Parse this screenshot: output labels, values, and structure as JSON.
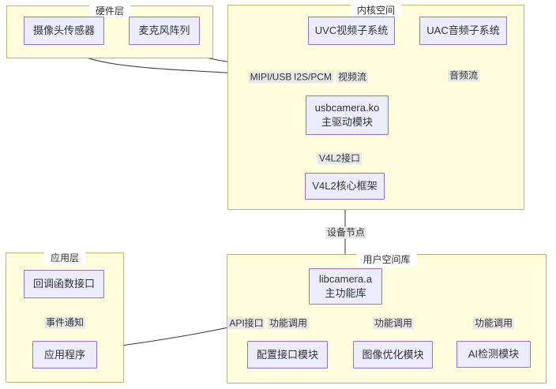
{
  "diagram": {
    "clusters": {
      "hardware": {
        "title": "硬件层"
      },
      "kernel": {
        "title": "内核空间"
      },
      "app_layer": {
        "title": "应用层"
      },
      "userlib": {
        "title": "用户空间库"
      }
    },
    "nodes": {
      "camera_sensor": {
        "label": "摄像头传感器"
      },
      "mic_array": {
        "label": "麦克风阵列"
      },
      "uvc_video": {
        "label": "UVC视频子系统"
      },
      "uac_audio": {
        "label": "UAC音频子系统"
      },
      "driver": {
        "line1": "usbcamera.ko",
        "line2": "主驱动模块"
      },
      "v4l2_core": {
        "label": "V4L2核心框架"
      },
      "libcamera": {
        "line1": "libcamera.a",
        "line2": "主功能库"
      },
      "config_module": {
        "label": "配置接口模块"
      },
      "image_module": {
        "label": "图像优化模块"
      },
      "ai_module": {
        "label": "AI检测模块"
      },
      "callback_iface": {
        "label": "回调函数接口"
      },
      "app_program": {
        "label": "应用程序"
      }
    },
    "edge_labels": {
      "mipi_usb": "MIPI/USB",
      "i2s_pcm": "I2S/PCM",
      "video_stream": "视频流",
      "audio_stream": "音频流",
      "v4l2_iface": "V4L2接口",
      "device_node": "设备节点",
      "api_iface": "API接口",
      "func_call_1": "功能调用",
      "func_call_2": "功能调用",
      "func_call_3": "功能调用",
      "event_notify": "事件通知"
    },
    "colors": {
      "node_fill": "#ECECFF",
      "node_border": "#9370DB",
      "cluster_fill": "#ffffde",
      "cluster_border": "#b9b96a",
      "edge_label_bg": "#e8e8e8",
      "edge_stroke": "#333333",
      "text": "#333333",
      "canvas_bg": "#ffffff"
    }
  }
}
